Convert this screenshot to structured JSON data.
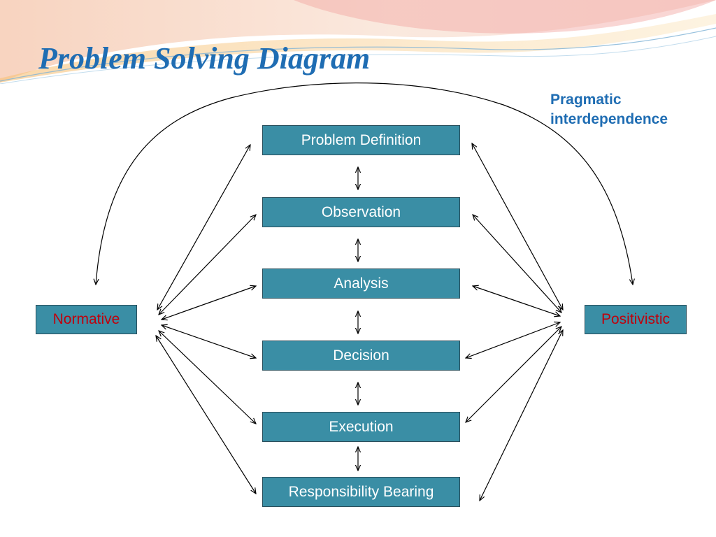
{
  "slide": {
    "title": "Problem Solving Diagram",
    "annotation_line1": "Pragmatic",
    "annotation_line2": "interdependence"
  },
  "steps": [
    "Problem Definition",
    "Observation",
    "Analysis",
    "Decision",
    "Execution",
    "Responsibility Bearing"
  ],
  "sides": {
    "left": "Normative",
    "right": "Positivistic"
  },
  "colors": {
    "box_fill": "#3a8ea5",
    "box_text": "#ffffff",
    "side_text": "#c0000c",
    "title": "#1f6db3",
    "arrow": "#000000"
  }
}
